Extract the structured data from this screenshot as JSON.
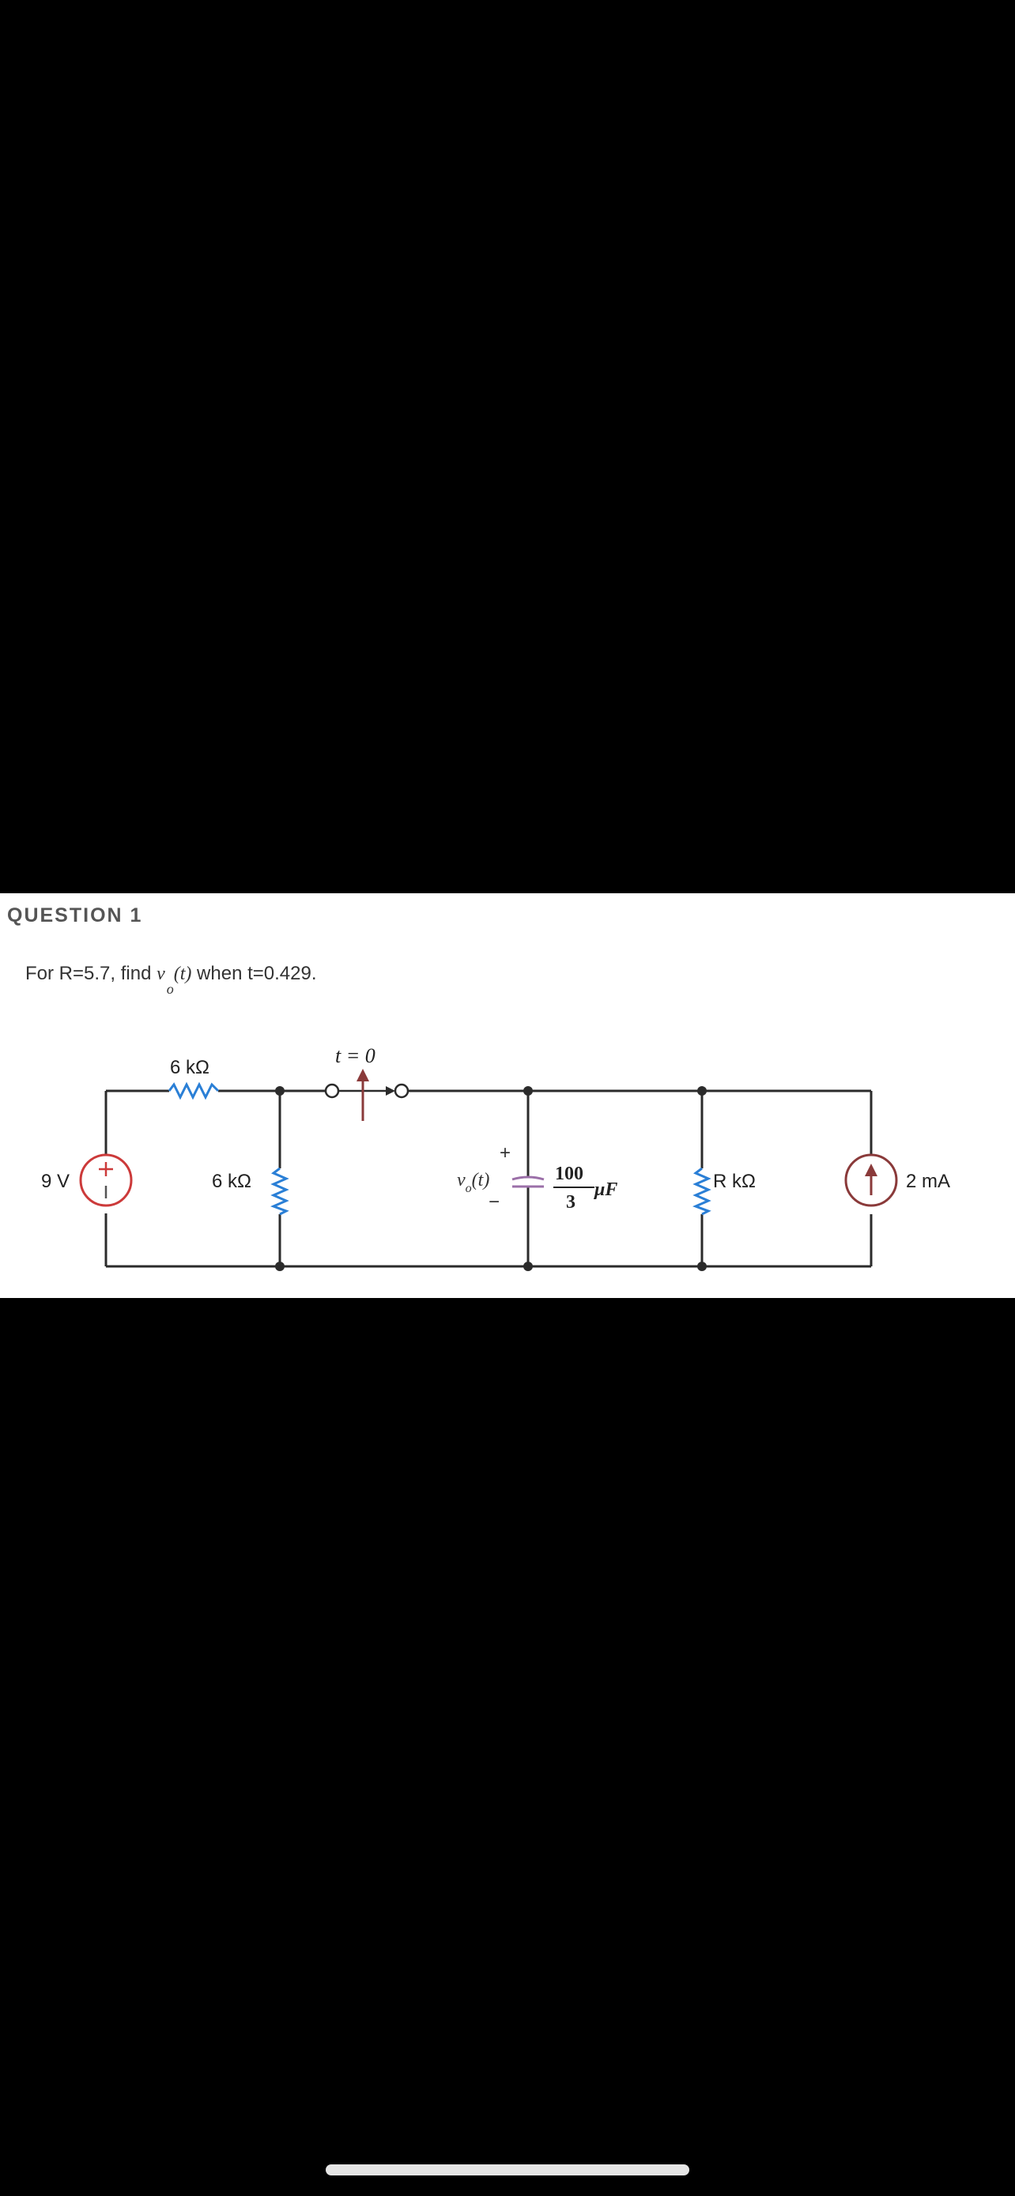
{
  "question": {
    "header": "QUESTION 1",
    "text_before": "For R=5.7, find ",
    "var_v": "v",
    "var_sub": "o",
    "var_arg": "(t)",
    "text_after": " when t=0.429."
  },
  "circuit": {
    "r_series_label": "6 kΩ",
    "switch_label": "t = 0",
    "source_label": "9 V",
    "r_shunt_label": "6 kΩ",
    "vo_label": "v",
    "vo_sub": "o",
    "vo_arg": "(t)",
    "plus_label": "+",
    "minus_label": "−",
    "cap_num": "100",
    "cap_den": "3",
    "cap_unit": "μF",
    "r_var_label": "R kΩ",
    "current_label": "2 mA",
    "colors": {
      "wire": "#2b2b2b",
      "resistor": "#2a7fd6",
      "source": "#cc3a3a",
      "switch_arrow": "#8a3a3a",
      "capacitor": "#9b6fa8",
      "current_source": "#8a3a3a"
    }
  }
}
